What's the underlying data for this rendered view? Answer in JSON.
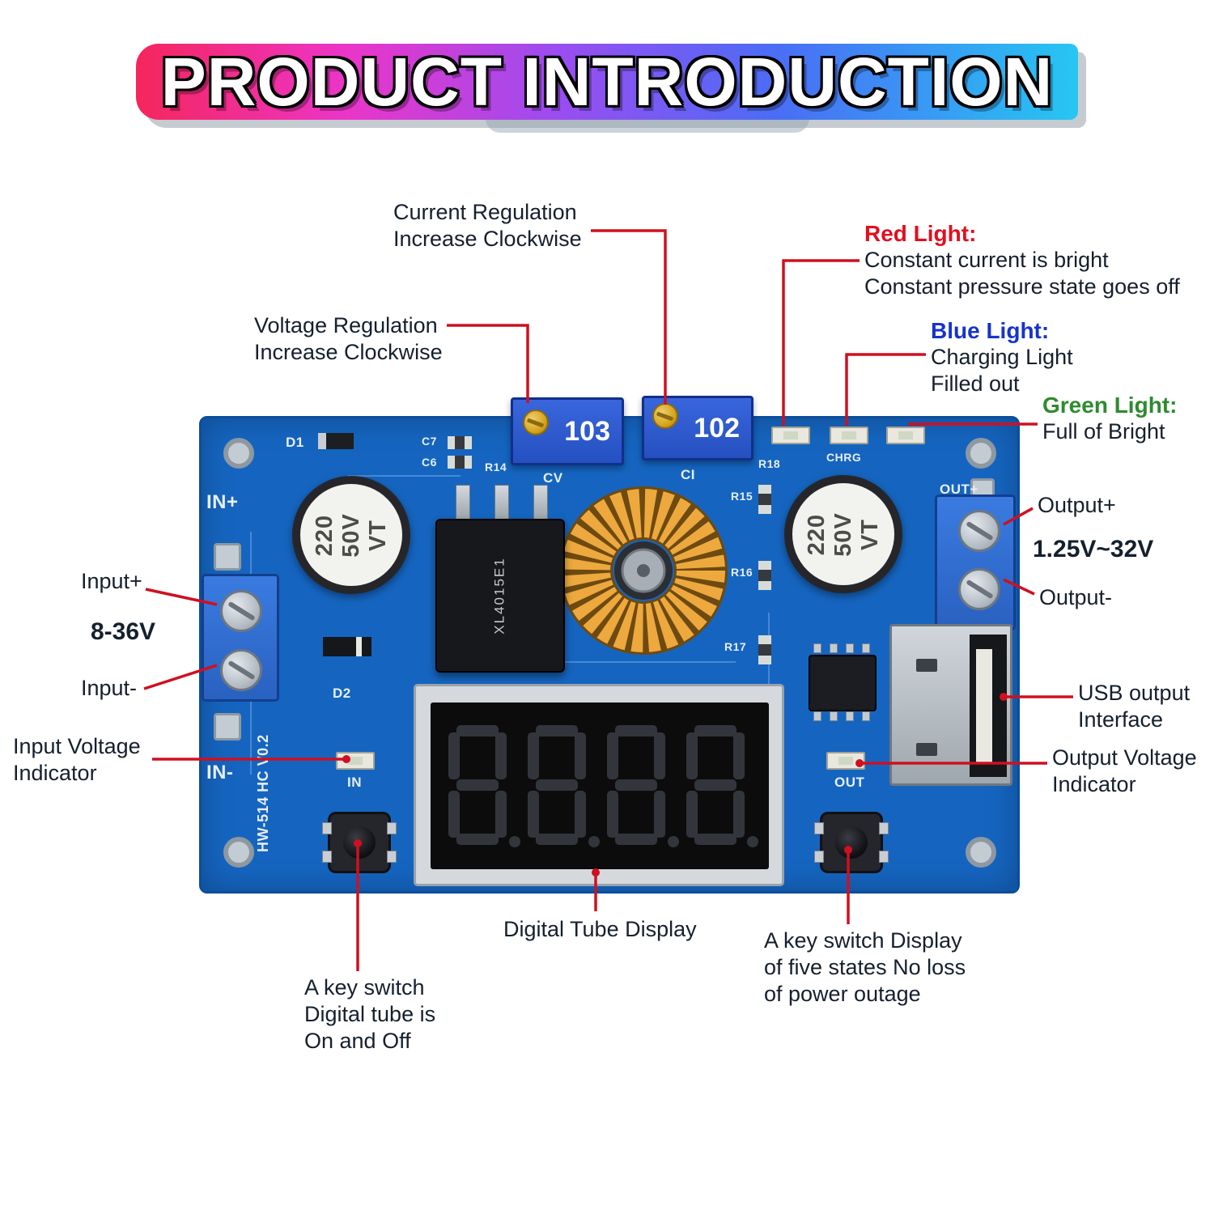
{
  "header": {
    "title": "PRODUCT INTRODUCTION"
  },
  "callouts": {
    "current_regulation": {
      "line1": "Current Regulation",
      "line2": "Increase Clockwise"
    },
    "voltage_regulation": {
      "line1": "Voltage Regulation",
      "line2": "Increase Clockwise"
    },
    "red_light": {
      "title": "Red Light:",
      "line1": "Constant current is bright",
      "line2": "Constant pressure state goes off"
    },
    "blue_light": {
      "title": "Blue Light:",
      "line1": "Charging Light",
      "line2": "Filled out"
    },
    "green_light": {
      "title": "Green Light:",
      "line1": "Full of Bright"
    },
    "output_plus": "Output+",
    "output_range": "1.25V~32V",
    "output_minus": "Output-",
    "input_plus": "Input+",
    "input_range": "8-36V",
    "input_minus": "Input-",
    "input_voltage_indicator": {
      "line1": "Input Voltage",
      "line2": "Indicator"
    },
    "usb_output": {
      "line1": "USB output",
      "line2": "Interface"
    },
    "output_voltage_indicator": {
      "line1": "Output Voltage",
      "line2": "Indicator"
    },
    "digital_tube_display": "Digital Tube Display",
    "key_switch_right": {
      "line1": "A key switch Display",
      "line2": "of five states No loss",
      "line3": "of power outage"
    },
    "key_switch_left": {
      "line1": "A key switch",
      "line2": "Digital tube is",
      "line3": "On and Off"
    }
  },
  "board": {
    "silk": {
      "in_plus": "IN+",
      "in_minus": "IN-",
      "out_plus": "OUT+",
      "model": "HW-514 HC V0.2",
      "cv": "CV",
      "ci": "CI",
      "chrg": "CHRG",
      "in_led": "IN",
      "out_led": "OUT",
      "d1": "D1",
      "d2": "D2",
      "c6": "C6",
      "c7": "C7",
      "r14": "R14",
      "r15": "R15",
      "r16": "R16",
      "r17": "R17",
      "r18": "R18"
    },
    "capacitor_label": {
      "line1": "220",
      "line2": "50V",
      "line3": "VT"
    },
    "trimmer_voltage": "103",
    "trimmer_current": "102",
    "chip": "XL4015E1",
    "display_value": "8.8.8.8"
  },
  "colors": {
    "callout_line": "#cf1020",
    "red_label": "#e01020",
    "blue_label": "#1633cc",
    "green_label": "#2e8b2e",
    "pcb_blue": "#1565c0",
    "banner_gradient": [
      "#f5265c",
      "#ec35c8",
      "#9a4df0",
      "#4a6df5",
      "#27c6f2"
    ]
  }
}
